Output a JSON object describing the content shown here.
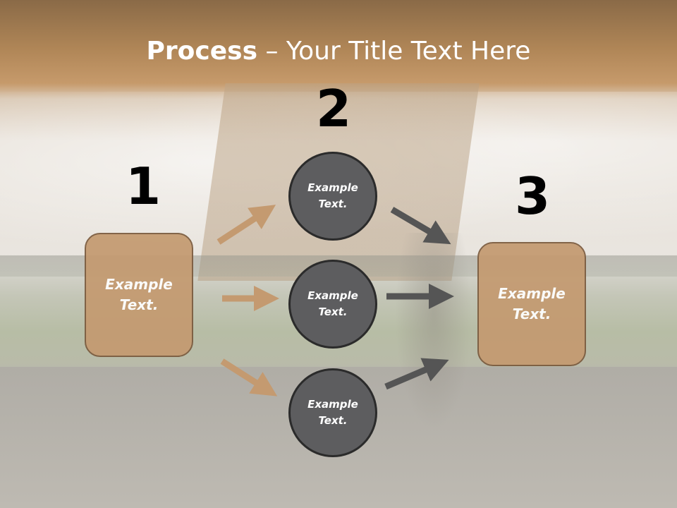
{
  "title": {
    "bold": "Process",
    "rest": " – Your Title Text Here"
  },
  "steps": {
    "one": "1",
    "two": "2",
    "three": "3"
  },
  "left_box": {
    "line1": "Example",
    "line2": "Text."
  },
  "right_box": {
    "line1": "Example",
    "line2": "Text."
  },
  "circles": [
    {
      "line1": "Example",
      "line2": "Text."
    },
    {
      "line1": "Example",
      "line2": "Text."
    },
    {
      "line1": "Example",
      "line2": "Text."
    }
  ],
  "colors": {
    "tan": "#c49a70",
    "circle": "#5d5d5f",
    "arrow_tan": "#c49a70",
    "arrow_gray": "#555555"
  }
}
